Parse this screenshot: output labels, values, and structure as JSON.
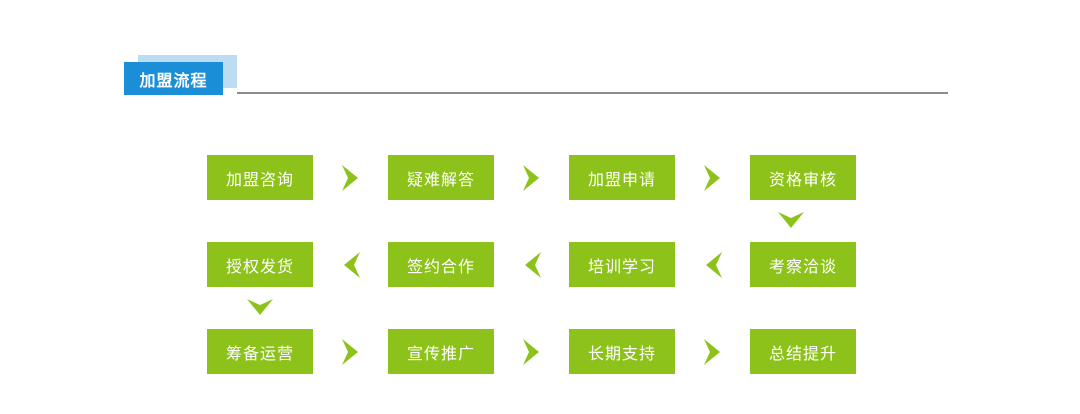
{
  "header": {
    "title": "加盟流程",
    "badge_color": "#1a8fd8",
    "shadow_color": "#bcdcf2",
    "rule_color": "#8c8c8c"
  },
  "theme": {
    "box_color": "#8cc21a",
    "box_text_color": "#ffffff",
    "arrow_color": "#8cc21a"
  },
  "flow": {
    "rows": [
      {
        "direction": "right",
        "steps": [
          {
            "label": "加盟咨询"
          },
          {
            "label": "疑难解答"
          },
          {
            "label": "加盟申请"
          },
          {
            "label": "资格审核"
          }
        ]
      },
      {
        "direction": "left",
        "steps": [
          {
            "label": "授权发货"
          },
          {
            "label": "签约合作"
          },
          {
            "label": "培训学习"
          },
          {
            "label": "考察洽谈"
          }
        ]
      },
      {
        "direction": "right",
        "steps": [
          {
            "label": "筹备运营"
          },
          {
            "label": "宣传推广"
          },
          {
            "label": "长期支持"
          },
          {
            "label": "总结提升"
          }
        ]
      }
    ],
    "connectors": [
      {
        "from_row": 1,
        "to_row": 2,
        "column": "right",
        "icon": "chevron-down-icon"
      },
      {
        "from_row": 2,
        "to_row": 3,
        "column": "left",
        "icon": "chevron-down-icon"
      }
    ]
  }
}
